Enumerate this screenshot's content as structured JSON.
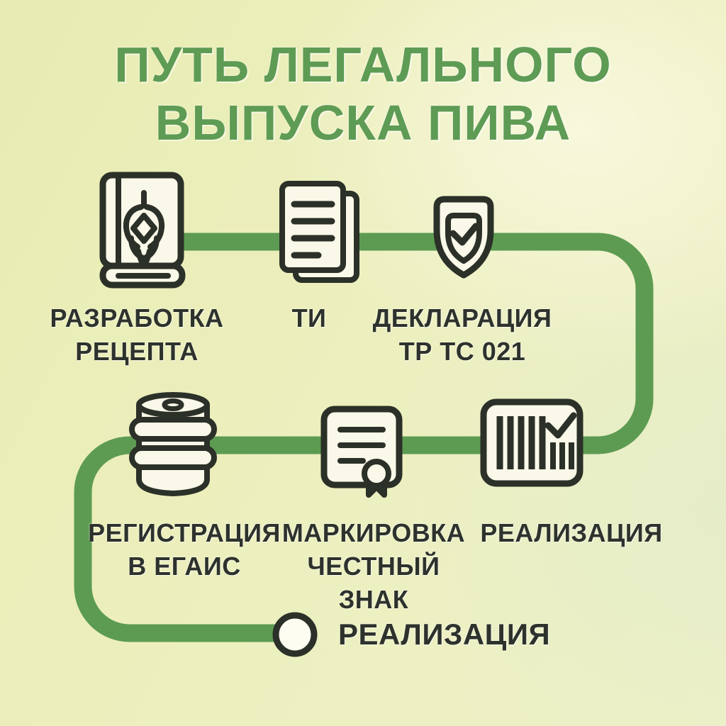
{
  "title": {
    "line1": "ПУТЬ ЛЕГАЛЬНОГО",
    "line2": "ВЫПУСКА ПИВА"
  },
  "steps": [
    {
      "id": "recipe",
      "icon": "book-hop-icon",
      "label_lines": [
        "РАЗРАБОТКА",
        "РЕЦЕПТА"
      ]
    },
    {
      "id": "ti",
      "icon": "documents-icon",
      "label_lines": [
        "ТИ"
      ]
    },
    {
      "id": "declaration",
      "icon": "shield-check-icon",
      "label_lines": [
        "ДЕКЛАРАЦИЯ",
        "ТР ТС 021"
      ]
    },
    {
      "id": "egais",
      "icon": "beer-keg-icon",
      "label_lines": [
        "РЕГИСТРАЦИЯ",
        "В ЕГАИС"
      ]
    },
    {
      "id": "marking",
      "icon": "certificate-icon",
      "label_lines": [
        "МАРКИРОВКА",
        "ЧЕСТНЫЙ",
        "ЗНАК"
      ]
    },
    {
      "id": "sale",
      "icon": "barcode-check-icon",
      "label_lines": [
        "РЕАЛИЗАЦИЯ"
      ]
    }
  ],
  "endpoint": {
    "label": "РЕАЛИЗАЦИЯ"
  },
  "colors": {
    "path_green": "#5d9b52",
    "title_green": "#5e9b54",
    "text_dark": "#2d322c",
    "icon_stroke": "#2b3028",
    "icon_fill": "#faf8e8",
    "background_yellow": "#e9edb5",
    "background_light": "#f6f6da"
  }
}
